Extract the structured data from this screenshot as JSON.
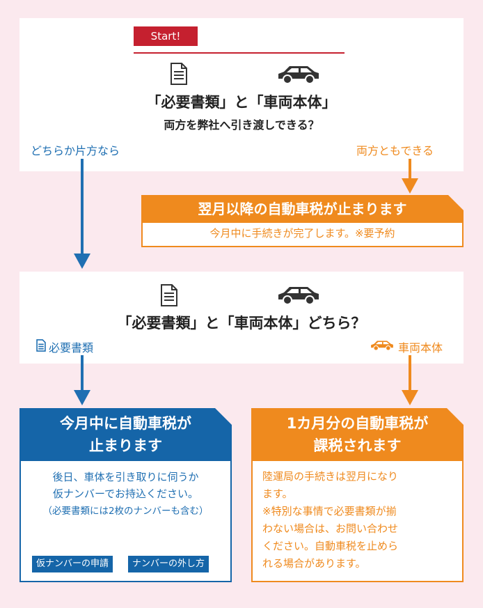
{
  "start": {
    "label": "Start!"
  },
  "question1": {
    "title": "「必要書類」と「車両本体」",
    "subtitle": "両方を弊社へ引き渡しできる？",
    "left_option": "どちらか片方なら",
    "right_option": "両方ともできる"
  },
  "result_both": {
    "title": "翌月以降の自動車税が止まります",
    "body": "今月中に手続きが完了します。※要予約"
  },
  "question2": {
    "title": "「必要書類」と「車両本体」どちら？",
    "left_option": "必要書類",
    "right_option": "車両本体"
  },
  "result_docs": {
    "title_line1": "今月中に自動車税が",
    "title_line2": "止まります",
    "body_line1": "後日、車体を引き取りに伺うか",
    "body_line2": "仮ナンバーでお持込ください。",
    "body_line3": "（必要書類には2枚のナンバーも含む）",
    "link1": "仮ナンバーの申請",
    "link2": "ナンバーの外し方"
  },
  "result_car": {
    "title_line1": "1カ月分の自動車税が",
    "title_line2": "課税されます",
    "body_lines": [
      "陸運局の手続きは翌月になり",
      "ます。",
      "※特別な事情で必要書類が揃",
      "わない場合は、お問い合わせ",
      "ください。自動車税を止めら",
      "れる場合があります。"
    ]
  },
  "colors": {
    "blue": "#1f6fb2",
    "orange": "#ef8a1e",
    "red": "#c5202f",
    "pink_bg": "#fbe9ee"
  },
  "icons": {
    "document": "document-icon",
    "car": "car-icon"
  }
}
